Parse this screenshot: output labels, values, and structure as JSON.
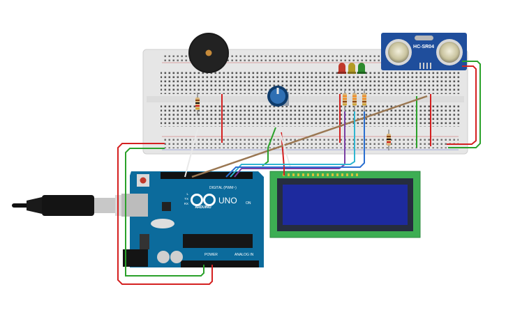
{
  "arduino": {
    "logo_text": "ARDUINO",
    "model": "UNO",
    "digital_label": "DIGITAL (PWM~)",
    "power_label": "POWER",
    "analog_label": "ANALOG IN",
    "on_label": "ON",
    "tx_label": "TX",
    "rx_label": "RX",
    "l_label": "L"
  },
  "sensor": {
    "model": "HC-SR04"
  },
  "leds": {
    "colors": [
      "#c0392b",
      "#b39b26",
      "#2e8b2e"
    ]
  },
  "wire_colors": {
    "red": "#d42020",
    "green": "#2aa12a",
    "brown": "#9a7752",
    "purple": "#7a3fa3",
    "cyan": "#2fb6d0",
    "blue": "#2a6fd0",
    "white": "#e9e9e9"
  }
}
